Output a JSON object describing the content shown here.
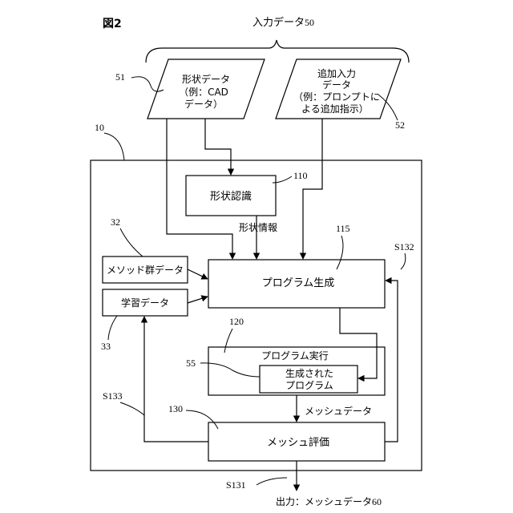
{
  "figure_label": "図2",
  "input_data": {
    "label": "入力データ",
    "ref": "50"
  },
  "shape_data": {
    "line1": "形状データ",
    "line2": "（例：CAD",
    "line3": "データ）",
    "ref": "51"
  },
  "additional_input": {
    "line1": "追加入力",
    "line2": "データ",
    "line3": "（例：プロンプトに",
    "line4": "よる追加指示）",
    "ref": "52"
  },
  "system": {
    "ref": "10"
  },
  "shape_recognition": {
    "label": "形状認識",
    "ref": "110"
  },
  "shape_info": {
    "label": "形状情報"
  },
  "program_generation": {
    "label": "プログラム生成",
    "ref": "115"
  },
  "method_group_data": {
    "label": "メソッド群データ",
    "ref": "32"
  },
  "learning_data": {
    "label": "学習データ",
    "ref": "33"
  },
  "program_execution": {
    "label": "プログラム実行",
    "ref": "120"
  },
  "generated_program": {
    "line1": "生成された",
    "line2": "プログラム",
    "ref": "55"
  },
  "mesh_data": {
    "label": "メッシュデータ"
  },
  "mesh_evaluation": {
    "label": "メッシュ評価",
    "ref": "130"
  },
  "steps": {
    "s131": "S131",
    "s132": "S132",
    "s133": "S133"
  },
  "output": {
    "label": "出力：メッシュデータ",
    "ref": "60"
  }
}
